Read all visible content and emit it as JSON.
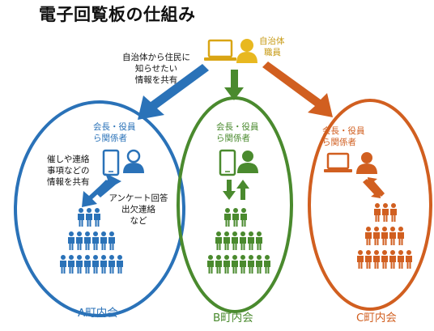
{
  "title": "電子回覧板の仕組み",
  "staff_label": [
    "自治体",
    "職員"
  ],
  "top_message": [
    "自治体から住民に",
    "知らせたい",
    "情報を共有"
  ],
  "role_label": [
    "会長・役員",
    "ら関係者"
  ],
  "share_label": [
    "催しや連絡",
    "事項などの",
    "情報を共有"
  ],
  "reply_label": [
    "アンケート回答",
    "出欠連絡",
    "など"
  ],
  "towns": [
    {
      "label": "A町内会",
      "color": "#2a72b8"
    },
    {
      "label": "B町内会",
      "color": "#4a8a2e"
    },
    {
      "label": "C町内会",
      "color": "#d15f20"
    }
  ],
  "colors": {
    "staff": "#e8b820",
    "laptop": "#d9a514",
    "text": "#111111"
  },
  "icons": [
    "laptop-icon",
    "person-icon",
    "smartphone-icon",
    "arrow-icon",
    "crowd-icon"
  ]
}
